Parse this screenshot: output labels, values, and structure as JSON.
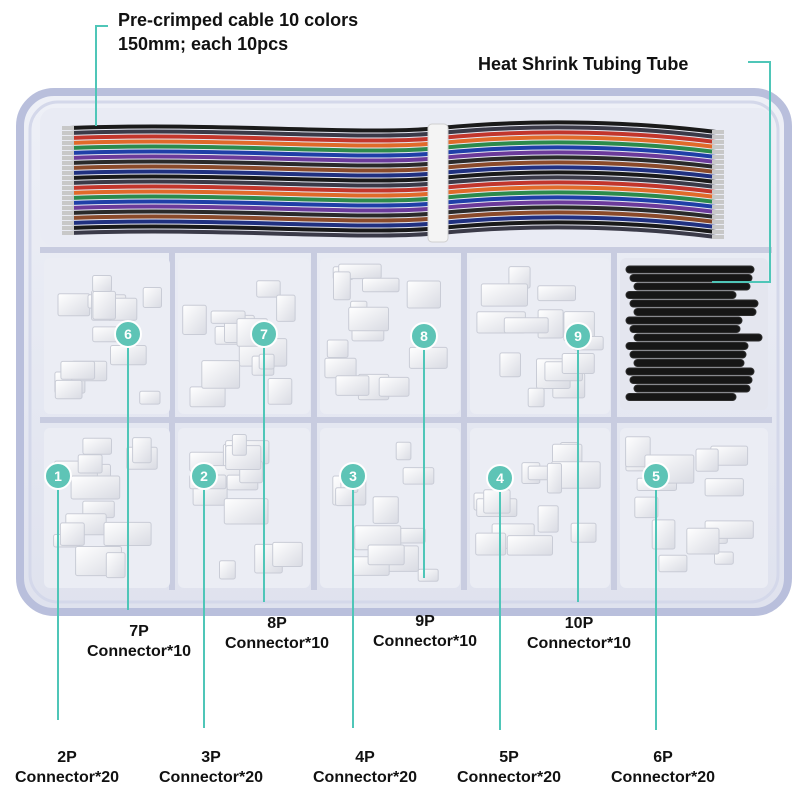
{
  "callouts": {
    "cable_line1": "Pre-crimped cable 10 colors",
    "cable_line2": "150mm; each 10pcs",
    "heat_shrink": "Heat Shrink Tubing Tube"
  },
  "markers": [
    "1",
    "2",
    "3",
    "4",
    "5",
    "6",
    "7",
    "8",
    "9"
  ],
  "top_row_labels": [
    {
      "size": "7P",
      "qty": "Connector*10"
    },
    {
      "size": "8P",
      "qty": "Connector*10"
    },
    {
      "size": "9P",
      "qty": "Connector*10"
    },
    {
      "size": "10P",
      "qty": "Connector*10"
    }
  ],
  "bottom_row_labels": [
    {
      "size": "2P",
      "qty": "Connector*20"
    },
    {
      "size": "3P",
      "qty": "Connector*20"
    },
    {
      "size": "4P",
      "qty": "Connector*20"
    },
    {
      "size": "5P",
      "qty": "Connector*20"
    },
    {
      "size": "6P",
      "qty": "Connector*20"
    }
  ],
  "colors": {
    "accent": "#4fc6b8",
    "box_frame": "#b9bfdc",
    "tray": "#e7e9f2",
    "marker_fill": "#5ec4b6"
  },
  "cable_colors": [
    "#1a1a1a",
    "#3a3a48",
    "#c2362c",
    "#e06a2a",
    "#2c8a4c",
    "#1f3fa8",
    "#6b3a9a",
    "#2a2a2a",
    "#8a4a2a",
    "#203080"
  ]
}
